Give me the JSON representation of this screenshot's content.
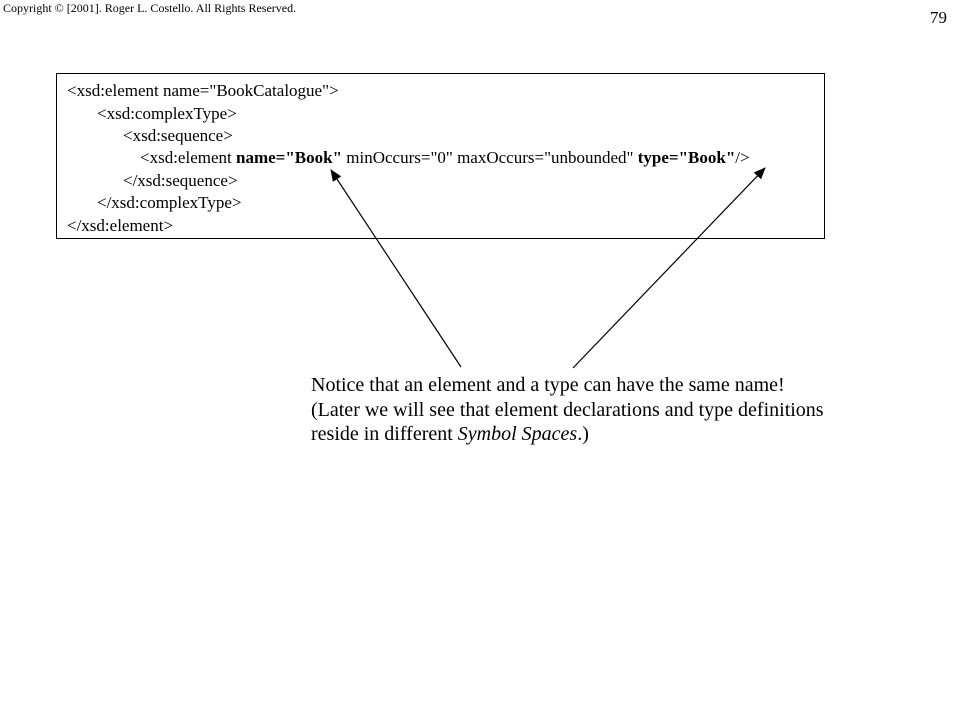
{
  "header": {
    "copyright": "Copyright © [2001].  Roger L. Costello.  All Rights Reserved.",
    "page_number": "79"
  },
  "code": {
    "line1": "<xsd:element name=\"BookCatalogue\">",
    "line2": "<xsd:complexType>",
    "line3": "<xsd:sequence>",
    "line4_prefix": "<xsd:element ",
    "line4_name_attr": "name=\"Book\"",
    "line4_middle": " minOccurs=\"0\" maxOccurs=\"unbounded\"  ",
    "line4_type_attr": "type=\"Book\"",
    "line4_suffix": "/>",
    "line5": "</xsd:sequence>",
    "line6": "</xsd:complexType>",
    "line7": "</xsd:element>"
  },
  "note": {
    "line1": "Notice that an element and a type can have the same name!",
    "line2": "(Later we will see that element declarations and type definitions",
    "line3_prefix": "reside in different ",
    "line3_emphasis": "Symbol Spaces",
    "line3_suffix": ".)"
  }
}
